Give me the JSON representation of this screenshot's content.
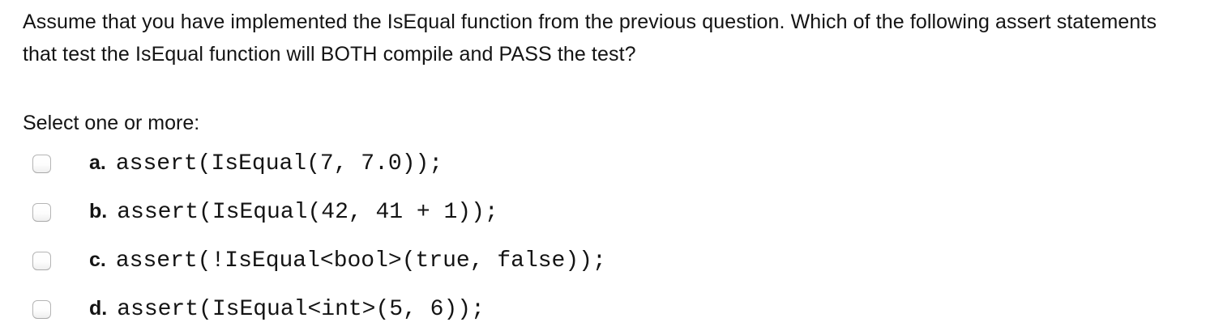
{
  "question": {
    "text": "Assume that you have implemented the IsEqual function from the previous question. Which of the following assert statements that test the IsEqual function will BOTH compile and PASS the test?",
    "prompt": "Select one or more:"
  },
  "options": [
    {
      "letter": "a.",
      "code": "assert(IsEqual(7, 7.0));",
      "checked": false
    },
    {
      "letter": "b.",
      "code": "assert(IsEqual(42, 41 + 1));",
      "checked": false
    },
    {
      "letter": "c.",
      "code": "assert(!IsEqual<bool>(true, false));",
      "checked": false
    },
    {
      "letter": "d.",
      "code": "assert(IsEqual<int>(5, 6));",
      "checked": false
    }
  ],
  "colors": {
    "background": "#ffffff",
    "text": "#141414",
    "checkbox_border": "#b5b5b5"
  }
}
